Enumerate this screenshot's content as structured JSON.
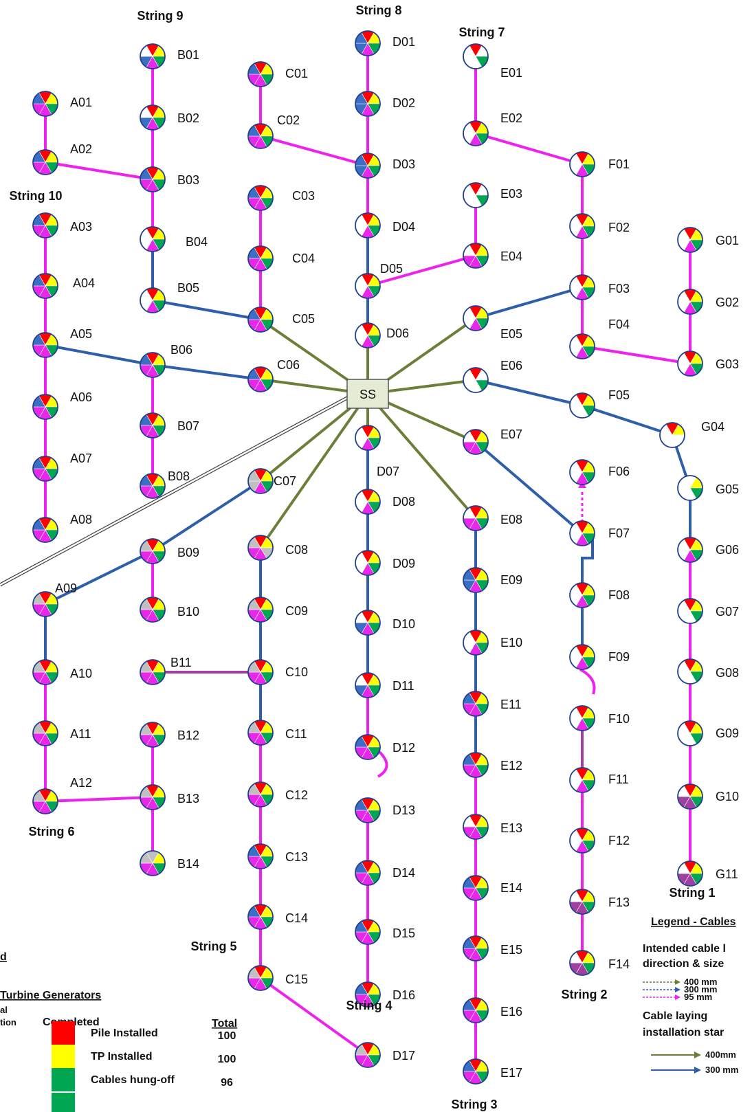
{
  "colors": {
    "pile": "#ff0000",
    "tp": "#ffff00",
    "hung": "#00a651",
    "blue": "#3a6fc4",
    "magenta": "#e827e8",
    "grey": "#c0c0c0",
    "purple": "#a040a0",
    "olive_cable": "#6b7f3a",
    "blue_cable": "#2f5fa8",
    "magenta_cable": "#ee22ee"
  },
  "substation": {
    "label": "SS"
  },
  "strings": [
    "String 1",
    "String 2",
    "String 3",
    "String 4",
    "String 5",
    "String 6",
    "String 7",
    "String 8",
    "String 9",
    "String 10"
  ],
  "turbines": [
    {
      "id": "A01",
      "c": [
        "pile",
        "tp",
        "hung",
        "magenta",
        "magenta",
        "blue"
      ]
    },
    {
      "id": "A02",
      "c": [
        "pile",
        "tp",
        "hung",
        "magenta",
        "magenta",
        "blue"
      ]
    },
    {
      "id": "A03",
      "c": [
        "pile",
        "tp",
        "hung",
        "magenta",
        "magenta",
        "blue"
      ]
    },
    {
      "id": "A04",
      "c": [
        "pile",
        "tp",
        "hung",
        "magenta",
        "magenta",
        "blue"
      ]
    },
    {
      "id": "A05",
      "c": [
        "pile",
        "tp",
        "hung",
        "magenta",
        "magenta",
        "blue"
      ]
    },
    {
      "id": "A06",
      "c": [
        "pile",
        "tp",
        "hung",
        "magenta",
        "magenta",
        "blue"
      ]
    },
    {
      "id": "A07",
      "c": [
        "pile",
        "tp",
        "hung",
        "magenta",
        "magenta",
        "blue"
      ]
    },
    {
      "id": "A08",
      "c": [
        "pile",
        "tp",
        "hung",
        "magenta",
        "magenta",
        "blue"
      ]
    },
    {
      "id": "A09",
      "c": [
        "pile",
        "tp",
        "hung",
        "magenta",
        "magenta",
        "grey"
      ]
    },
    {
      "id": "A10",
      "c": [
        "pile",
        "tp",
        "hung",
        "magenta",
        "magenta",
        "grey"
      ]
    },
    {
      "id": "A11",
      "c": [
        "pile",
        "tp",
        "hung",
        "magenta",
        "magenta",
        "grey"
      ]
    },
    {
      "id": "A12",
      "c": [
        "pile",
        "tp",
        "hung",
        "magenta",
        "magenta",
        "grey"
      ]
    },
    {
      "id": "B01",
      "c": [
        "pile",
        "tp",
        "hung",
        "magenta",
        "blue",
        "white"
      ]
    },
    {
      "id": "B02",
      "c": [
        "pile",
        "tp",
        "hung",
        "magenta",
        "blue",
        "white"
      ]
    },
    {
      "id": "B03",
      "c": [
        "pile",
        "tp",
        "hung",
        "magenta",
        "magenta",
        "blue"
      ]
    },
    {
      "id": "B04",
      "c": [
        "pile",
        "tp",
        "hung",
        "magenta",
        "white",
        "white"
      ]
    },
    {
      "id": "B05",
      "c": [
        "pile",
        "tp",
        "hung",
        "magenta",
        "white",
        "white"
      ]
    },
    {
      "id": "B06",
      "c": [
        "pile",
        "tp",
        "hung",
        "magenta",
        "magenta",
        "blue"
      ]
    },
    {
      "id": "B07",
      "c": [
        "pile",
        "tp",
        "hung",
        "magenta",
        "magenta",
        "blue"
      ]
    },
    {
      "id": "B08",
      "c": [
        "pile",
        "tp",
        "hung",
        "magenta",
        "magenta",
        "blue"
      ]
    },
    {
      "id": "B09",
      "c": [
        "pile",
        "tp",
        "hung",
        "magenta",
        "magenta",
        "grey"
      ]
    },
    {
      "id": "B10",
      "c": [
        "pile",
        "tp",
        "hung",
        "magenta",
        "magenta",
        "grey"
      ]
    },
    {
      "id": "B11",
      "c": [
        "pile",
        "tp",
        "hung",
        "magenta",
        "magenta",
        "grey"
      ]
    },
    {
      "id": "B12",
      "c": [
        "pile",
        "tp",
        "hung",
        "magenta",
        "magenta",
        "grey"
      ]
    },
    {
      "id": "B13",
      "c": [
        "pile",
        "tp",
        "hung",
        "magenta",
        "magenta",
        "grey"
      ]
    },
    {
      "id": "B14",
      "c": [
        "grey",
        "tp",
        "hung",
        "magenta",
        "magenta",
        "grey"
      ]
    },
    {
      "id": "C01",
      "c": [
        "pile",
        "tp",
        "hung",
        "magenta",
        "magenta",
        "blue"
      ]
    },
    {
      "id": "C02",
      "c": [
        "pile",
        "tp",
        "hung",
        "magenta",
        "magenta",
        "blue"
      ]
    },
    {
      "id": "C03",
      "c": [
        "pile",
        "tp",
        "hung",
        "magenta",
        "magenta",
        "blue"
      ]
    },
    {
      "id": "C04",
      "c": [
        "pile",
        "tp",
        "hung",
        "magenta",
        "magenta",
        "blue"
      ]
    },
    {
      "id": "C05",
      "c": [
        "pile",
        "tp",
        "hung",
        "magenta",
        "magenta",
        "blue"
      ]
    },
    {
      "id": "C06",
      "c": [
        "pile",
        "tp",
        "hung",
        "magenta",
        "magenta",
        "blue"
      ]
    },
    {
      "id": "C07",
      "c": [
        "pile",
        "tp",
        "hung",
        "magenta",
        "grey",
        "grey"
      ]
    },
    {
      "id": "C08",
      "c": [
        "pile",
        "tp",
        "grey",
        "magenta",
        "magenta",
        "grey"
      ]
    },
    {
      "id": "C09",
      "c": [
        "pile",
        "tp",
        "hung",
        "magenta",
        "magenta",
        "grey"
      ]
    },
    {
      "id": "C10",
      "c": [
        "pile",
        "tp",
        "hung",
        "magenta",
        "magenta",
        "grey"
      ]
    },
    {
      "id": "C11",
      "c": [
        "pile",
        "tp",
        "hung",
        "magenta",
        "magenta",
        "grey"
      ]
    },
    {
      "id": "C12",
      "c": [
        "pile",
        "tp",
        "hung",
        "magenta",
        "magenta",
        "grey"
      ]
    },
    {
      "id": "C13",
      "c": [
        "pile",
        "tp",
        "hung",
        "magenta",
        "magenta",
        "blue"
      ]
    },
    {
      "id": "C14",
      "c": [
        "pile",
        "tp",
        "hung",
        "magenta",
        "magenta",
        "blue"
      ]
    },
    {
      "id": "C15",
      "c": [
        "pile",
        "tp",
        "hung",
        "magenta",
        "magenta",
        "grey"
      ]
    },
    {
      "id": "D01",
      "c": [
        "pile",
        "tp",
        "hung",
        "magenta",
        "blue",
        "blue"
      ]
    },
    {
      "id": "D02",
      "c": [
        "pile",
        "tp",
        "hung",
        "magenta",
        "blue",
        "blue"
      ]
    },
    {
      "id": "D03",
      "c": [
        "pile",
        "tp",
        "hung",
        "magenta",
        "blue",
        "blue"
      ]
    },
    {
      "id": "D04",
      "c": [
        "pile",
        "tp",
        "hung",
        "magenta",
        "white",
        "white"
      ]
    },
    {
      "id": "D05",
      "c": [
        "pile",
        "tp",
        "hung",
        "magenta",
        "white",
        "white"
      ]
    },
    {
      "id": "D06",
      "c": [
        "pile",
        "tp",
        "hung",
        "magenta",
        "white",
        "white"
      ]
    },
    {
      "id": "D07",
      "c": [
        "pile",
        "tp",
        "hung",
        "magenta",
        "white",
        "white"
      ]
    },
    {
      "id": "D08",
      "c": [
        "pile",
        "tp",
        "hung",
        "magenta",
        "white",
        "white"
      ]
    },
    {
      "id": "D09",
      "c": [
        "pile",
        "tp",
        "hung",
        "magenta",
        "white",
        "white"
      ]
    },
    {
      "id": "D10",
      "c": [
        "pile",
        "tp",
        "hung",
        "magenta",
        "blue",
        "white"
      ]
    },
    {
      "id": "D11",
      "c": [
        "pile",
        "tp",
        "hung",
        "magenta",
        "blue",
        "white"
      ]
    },
    {
      "id": "D12",
      "c": [
        "pile",
        "tp",
        "hung",
        "magenta",
        "magenta",
        "blue"
      ]
    },
    {
      "id": "D13",
      "c": [
        "pile",
        "tp",
        "hung",
        "magenta",
        "magenta",
        "blue"
      ]
    },
    {
      "id": "D14",
      "c": [
        "pile",
        "tp",
        "hung",
        "magenta",
        "magenta",
        "blue"
      ]
    },
    {
      "id": "D15",
      "c": [
        "pile",
        "tp",
        "hung",
        "magenta",
        "magenta",
        "blue"
      ]
    },
    {
      "id": "D16",
      "c": [
        "pile",
        "tp",
        "hung",
        "magenta",
        "magenta",
        "blue"
      ]
    },
    {
      "id": "D17",
      "c": [
        "pile",
        "tp",
        "hung",
        "magenta",
        "magenta",
        "grey"
      ]
    },
    {
      "id": "E01",
      "c": [
        "pile",
        "white",
        "hung",
        "white",
        "white",
        "white"
      ]
    },
    {
      "id": "E02",
      "c": [
        "pile",
        "tp",
        "hung",
        "magenta",
        "white",
        "white"
      ]
    },
    {
      "id": "E03",
      "c": [
        "pile",
        "white",
        "hung",
        "white",
        "white",
        "white"
      ]
    },
    {
      "id": "E04",
      "c": [
        "pile",
        "tp",
        "hung",
        "magenta",
        "magenta",
        "white"
      ]
    },
    {
      "id": "E05",
      "c": [
        "pile",
        "tp",
        "hung",
        "magenta",
        "white",
        "white"
      ]
    },
    {
      "id": "E06",
      "c": [
        "pile",
        "white",
        "hung",
        "white",
        "white",
        "white"
      ]
    },
    {
      "id": "E07",
      "c": [
        "pile",
        "tp",
        "hung",
        "magenta",
        "magenta",
        "white"
      ]
    },
    {
      "id": "E08",
      "c": [
        "pile",
        "tp",
        "hung",
        "magenta",
        "magenta",
        "white"
      ]
    },
    {
      "id": "E09",
      "c": [
        "pile",
        "tp",
        "hung",
        "magenta",
        "blue",
        "blue"
      ]
    },
    {
      "id": "E10",
      "c": [
        "pile",
        "tp",
        "hung",
        "magenta",
        "white",
        "white"
      ]
    },
    {
      "id": "E11",
      "c": [
        "pile",
        "tp",
        "hung",
        "magenta",
        "magenta",
        "blue"
      ]
    },
    {
      "id": "E12",
      "c": [
        "pile",
        "tp",
        "hung",
        "magenta",
        "magenta",
        "blue"
      ]
    },
    {
      "id": "E13",
      "c": [
        "pile",
        "tp",
        "hung",
        "magenta",
        "magenta",
        "white"
      ]
    },
    {
      "id": "E14",
      "c": [
        "pile",
        "tp",
        "hung",
        "magenta",
        "magenta",
        "blue"
      ]
    },
    {
      "id": "E15",
      "c": [
        "pile",
        "tp",
        "hung",
        "magenta",
        "magenta",
        "blue"
      ]
    },
    {
      "id": "E16",
      "c": [
        "pile",
        "tp",
        "hung",
        "magenta",
        "magenta",
        "blue"
      ]
    },
    {
      "id": "E17",
      "c": [
        "pile",
        "tp",
        "hung",
        "magenta",
        "magenta",
        "blue"
      ]
    },
    {
      "id": "F01",
      "c": [
        "pile",
        "tp",
        "hung",
        "magenta",
        "white",
        "white"
      ]
    },
    {
      "id": "F02",
      "c": [
        "pile",
        "tp",
        "hung",
        "magenta",
        "white",
        "white"
      ]
    },
    {
      "id": "F03",
      "c": [
        "pile",
        "tp",
        "hung",
        "magenta",
        "white",
        "white"
      ]
    },
    {
      "id": "F04",
      "c": [
        "pile",
        "tp",
        "hung",
        "magenta",
        "white",
        "white"
      ]
    },
    {
      "id": "F05",
      "c": [
        "pile",
        "tp",
        "hung",
        "white",
        "white",
        "white"
      ]
    },
    {
      "id": "F06",
      "c": [
        "pile",
        "tp",
        "hung",
        "magenta",
        "white",
        "white"
      ]
    },
    {
      "id": "F07",
      "c": [
        "pile",
        "tp",
        "hung",
        "magenta",
        "white",
        "white"
      ]
    },
    {
      "id": "F08",
      "c": [
        "pile",
        "tp",
        "hung",
        "magenta",
        "white",
        "white"
      ]
    },
    {
      "id": "F09",
      "c": [
        "pile",
        "tp",
        "hung",
        "magenta",
        "white",
        "white"
      ]
    },
    {
      "id": "F10",
      "c": [
        "pile",
        "tp",
        "hung",
        "magenta",
        "white",
        "white"
      ]
    },
    {
      "id": "F11",
      "c": [
        "pile",
        "tp",
        "hung",
        "magenta",
        "white",
        "white"
      ]
    },
    {
      "id": "F12",
      "c": [
        "pile",
        "tp",
        "hung",
        "magenta",
        "white",
        "white"
      ]
    },
    {
      "id": "F13",
      "c": [
        "pile",
        "tp",
        "hung",
        "purple",
        "purple",
        "white"
      ]
    },
    {
      "id": "F14",
      "c": [
        "pile",
        "tp",
        "hung",
        "purple",
        "purple",
        "white"
      ]
    },
    {
      "id": "G01",
      "c": [
        "pile",
        "tp",
        "hung",
        "magenta",
        "white",
        "white"
      ]
    },
    {
      "id": "G02",
      "c": [
        "pile",
        "tp",
        "hung",
        "magenta",
        "white",
        "white"
      ]
    },
    {
      "id": "G03",
      "c": [
        "pile",
        "tp",
        "hung",
        "magenta",
        "white",
        "white"
      ]
    },
    {
      "id": "G04",
      "c": [
        "pile",
        "tp",
        "white",
        "white",
        "white",
        "white"
      ]
    },
    {
      "id": "G05",
      "c": [
        "white",
        "tp",
        "hung",
        "white",
        "white",
        "white"
      ]
    },
    {
      "id": "G06",
      "c": [
        "pile",
        "tp",
        "hung",
        "magenta",
        "white",
        "white"
      ]
    },
    {
      "id": "G07",
      "c": [
        "pile",
        "tp",
        "hung",
        "white",
        "white",
        "white"
      ]
    },
    {
      "id": "G08",
      "c": [
        "pile",
        "tp",
        "hung",
        "white",
        "white",
        "white"
      ]
    },
    {
      "id": "G09",
      "c": [
        "pile",
        "tp",
        "hung",
        "white",
        "white",
        "white"
      ]
    },
    {
      "id": "G10",
      "c": [
        "pile",
        "tp",
        "hung",
        "purple",
        "purple",
        "white"
      ]
    },
    {
      "id": "G11",
      "c": [
        "pile",
        "tp",
        "hung",
        "purple",
        "purple",
        "white"
      ]
    }
  ],
  "legend_turbines": {
    "heading_fragment": "d",
    "title": "Turbine Generators",
    "col_left_1": "al",
    "col_left_2": "tion",
    "col_completed": "Completed",
    "col_total": "Total",
    "rows": [
      {
        "label": "Pile Installed",
        "total": "100",
        "color": "pile"
      },
      {
        "label": "TP Installed",
        "total": "100",
        "color": "tp"
      },
      {
        "label": "Cables hung-off",
        "total": "96",
        "color": "hung"
      }
    ]
  },
  "legend_cables": {
    "title": "Legend - Cables",
    "intended_line1": "Intended cable l",
    "intended_line2": "direction & size",
    "intended_items": [
      {
        "label": "400 mm",
        "color": "olive_cable"
      },
      {
        "label": "300 mm",
        "color": "blue_cable"
      },
      {
        "label": "95 mm",
        "color": "magenta_cable"
      }
    ],
    "laying_line1": "Cable laying",
    "laying_line2": "installation star",
    "laying_items": [
      {
        "label": "400mm",
        "color": "olive_cable"
      },
      {
        "label": "300 mm",
        "color": "blue_cable"
      }
    ]
  }
}
